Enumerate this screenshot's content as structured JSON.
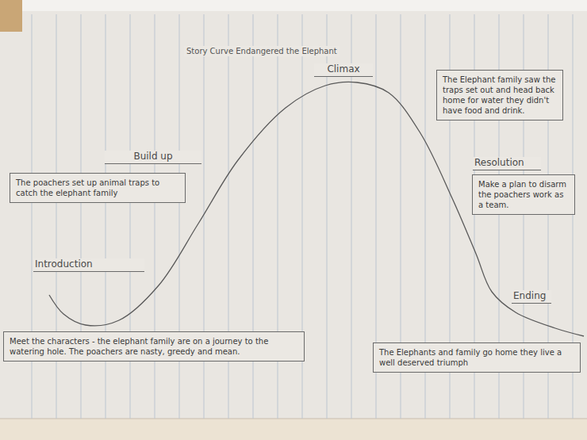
{
  "diagram": {
    "title": "Story Curve Endangered the Elephant",
    "nodes": [
      {
        "text": [
          "Introduction",
          "Meet the characters - the elephant family are on a journey to the watering hole. The poachers are nasty, greedy and mean."
        ]
      },
      {
        "text": [
          "Build up",
          "The poachers set up animal traps to catch the elephant family"
        ]
      },
      {
        "text": [
          "Climax",
          "The Elephant family saw the traps set out and head back home for water they didn't have food and drink."
        ]
      },
      {
        "text": [
          "Resolution",
          "Make a plan to disarm the poachers work as a team."
        ]
      },
      {
        "text": [
          "Ending",
          "The Elephants and family go home they live a well deserved triumph"
        ]
      }
    ]
  }
}
